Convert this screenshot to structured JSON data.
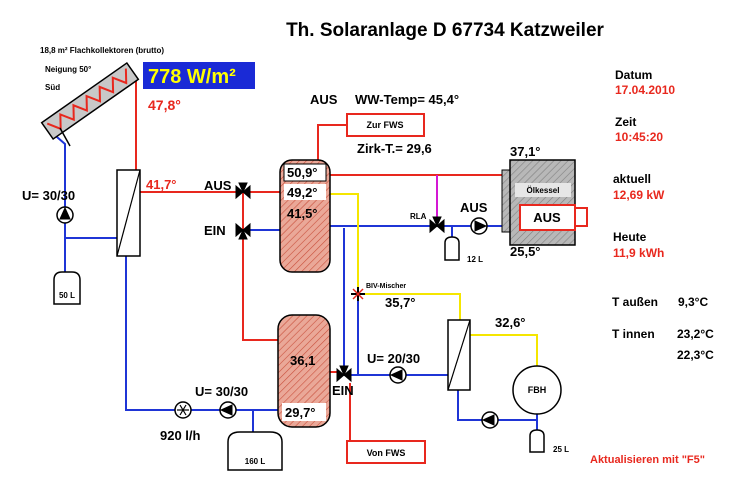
{
  "title": "Th. Solaranlage D 67734 Katzweiler",
  "colors": {
    "hot": "#e8281e",
    "cold": "#1f35d6",
    "mixer": "#f5e600",
    "bypass": "#d418d4",
    "irradiance_bg": "#1a2ad6",
    "irradiance_text": "#ffff00",
    "tank": "#eaa898",
    "boiler": "#b8b8b8"
  },
  "collector": {
    "area_label": "18,8 m² Flachkollektoren (brutto)",
    "tilt_label": "Neigung 50°",
    "orientation_label": "Süd",
    "irradiance": "778 W/m²",
    "temp": "47,8°"
  },
  "solar_circuit": {
    "pump_label": "U= 30/30",
    "flow_temp": "41,7°",
    "expansion_vessel": "50 L"
  },
  "valves": {
    "top_state": "AUS",
    "bottom_state": "EIN"
  },
  "upper_tank": {
    "temp_top": "50,9°",
    "temp_mid": "49,2°",
    "temp_bottom": "41,5°"
  },
  "hot_water": {
    "state": "AUS",
    "temp": "WW-Temp= 45,4°",
    "to_fws": "Zur FWS",
    "circulation": "Zirk-T.= 29,6"
  },
  "boiler": {
    "label": "Ölkessel",
    "state": "AUS",
    "flow_temp": "37,1°",
    "return_temp": "25,5°",
    "rla_label": "RLA",
    "pump_state": "AUS",
    "expansion_vessel": "12 L"
  },
  "mixer": {
    "label": "BIV-Mischer",
    "temp": "35,7°"
  },
  "lower_tank": {
    "temp_mid": "36,1",
    "temp_bottom": "29,7°",
    "from_fws": "Von FWS"
  },
  "loading_circuit": {
    "pump_label": "U= 30/30",
    "flow_rate": "920 l/h",
    "expansion_vessel": "160 L"
  },
  "heating_circuit": {
    "pump_label": "U= 20/30",
    "valve_state": "EIN",
    "flow_temp": "32,6°",
    "fbh_label": "FBH",
    "expansion_vessel": "25 L"
  },
  "status": {
    "date_label": "Datum",
    "date": "17.04.2010",
    "time_label": "Zeit",
    "time": "10:45:20",
    "power_label": "aktuell",
    "power": "12,69 kW",
    "today_label": "Heute",
    "energy_today": "11,9 kWh",
    "outdoor_label": "T außen",
    "outdoor_temp": "9,3°C",
    "indoor_label": "T innen",
    "indoor_temp_1": "23,2°C",
    "indoor_temp_2": "22,3°C"
  },
  "footer": {
    "refresh_hint": "Aktualisieren mit \"F5\""
  }
}
